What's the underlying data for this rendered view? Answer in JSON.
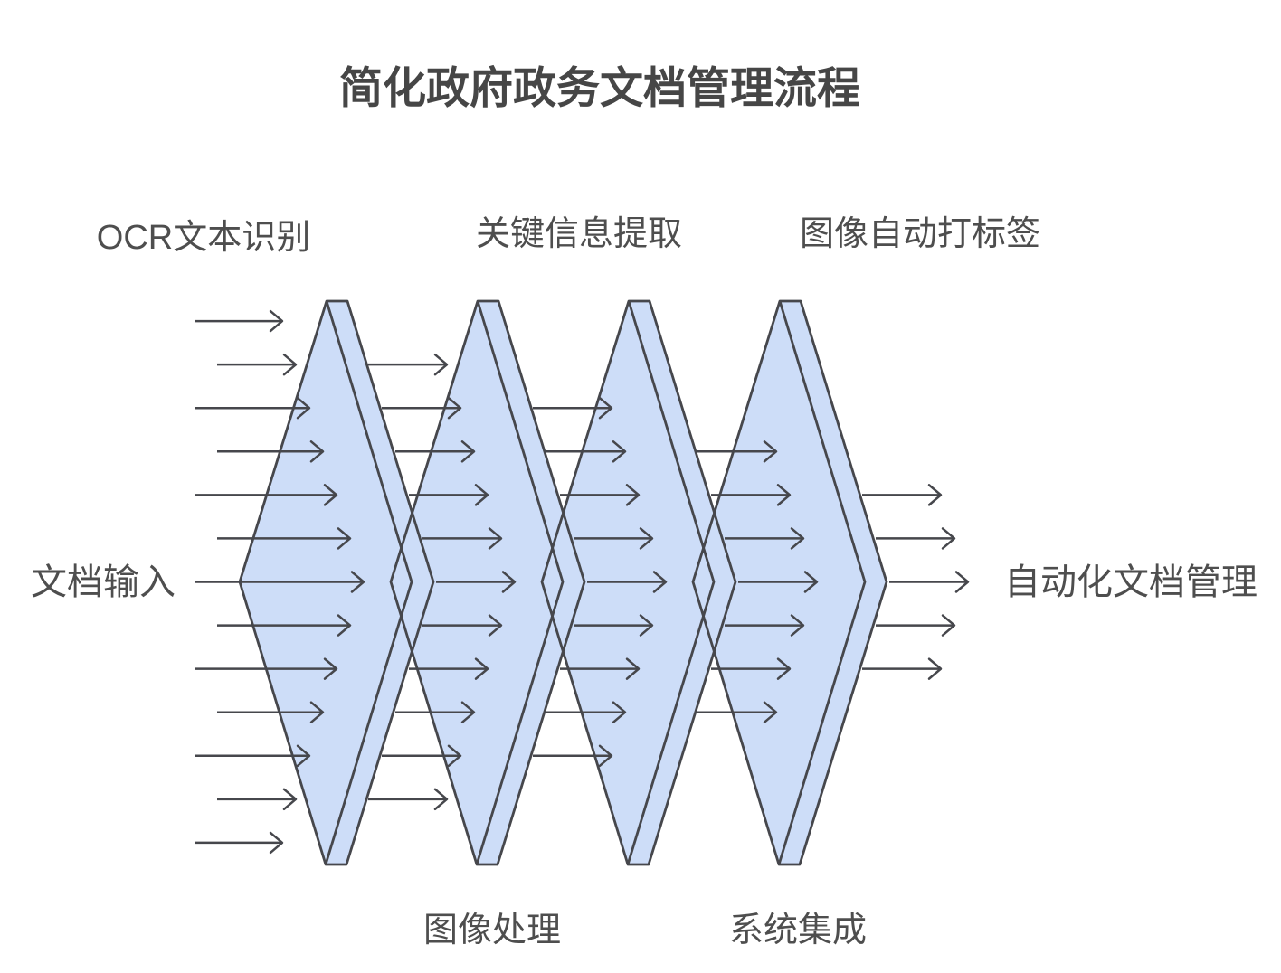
{
  "title": {
    "text": "简化政府政务文档管理流程"
  },
  "flow": {
    "input": {
      "label": "文档输入"
    },
    "output": {
      "label": "自动化文档管理"
    },
    "stage_labels_top": [
      {
        "label": "OCR文本识别"
      },
      {
        "label": "关键信息提取"
      },
      {
        "label": "图像自动打标签"
      }
    ],
    "stage_labels_bottom": [
      {
        "label": "图像处理"
      },
      {
        "label": "系统集成"
      }
    ],
    "filters_count": 4,
    "arrow_rows": 13
  },
  "colors": {
    "filter_fill": "#cdddf8",
    "line": "#46474c",
    "label_text": "#4e4e4e",
    "title_text": "#464646"
  }
}
